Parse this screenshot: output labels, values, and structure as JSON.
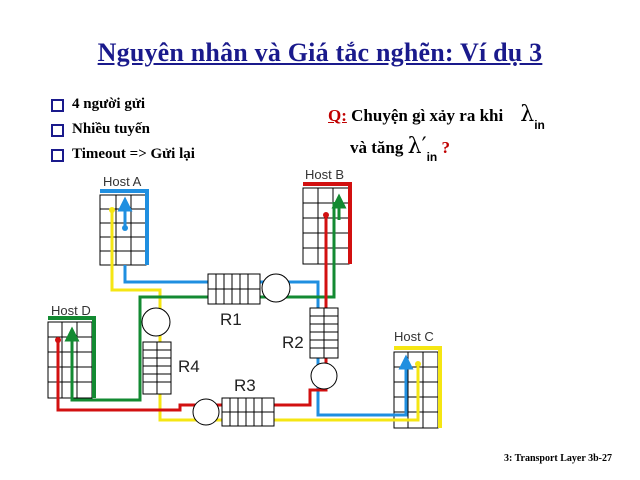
{
  "title": "Nguyên nhân và Giá tắc nghẽn: Ví dụ 3",
  "bullets": [
    "4 người gửi",
    "Nhiều tuyến",
    "Timeout => Gửi lại"
  ],
  "question": {
    "q_label": "Q:",
    "line1": " Chuyện gì xảy ra khi",
    "line2": "và tăng",
    "lambda": "λ",
    "lambda_prime": "λ′",
    "subscript": "in",
    "qmark": "?"
  },
  "hosts": {
    "a": "Host A",
    "b": "Host B",
    "c": "Host C",
    "d": "Host D"
  },
  "routers": {
    "r1": "R1",
    "r2": "R2",
    "r3": "R3",
    "r4": "R4"
  },
  "footer": "3: Transport Layer   3b-27",
  "colors": {
    "title": "#1a1a8c",
    "red": "#d21010",
    "green": "#138a32",
    "blue": "#1f8fe0",
    "yellow": "#f5e613"
  }
}
